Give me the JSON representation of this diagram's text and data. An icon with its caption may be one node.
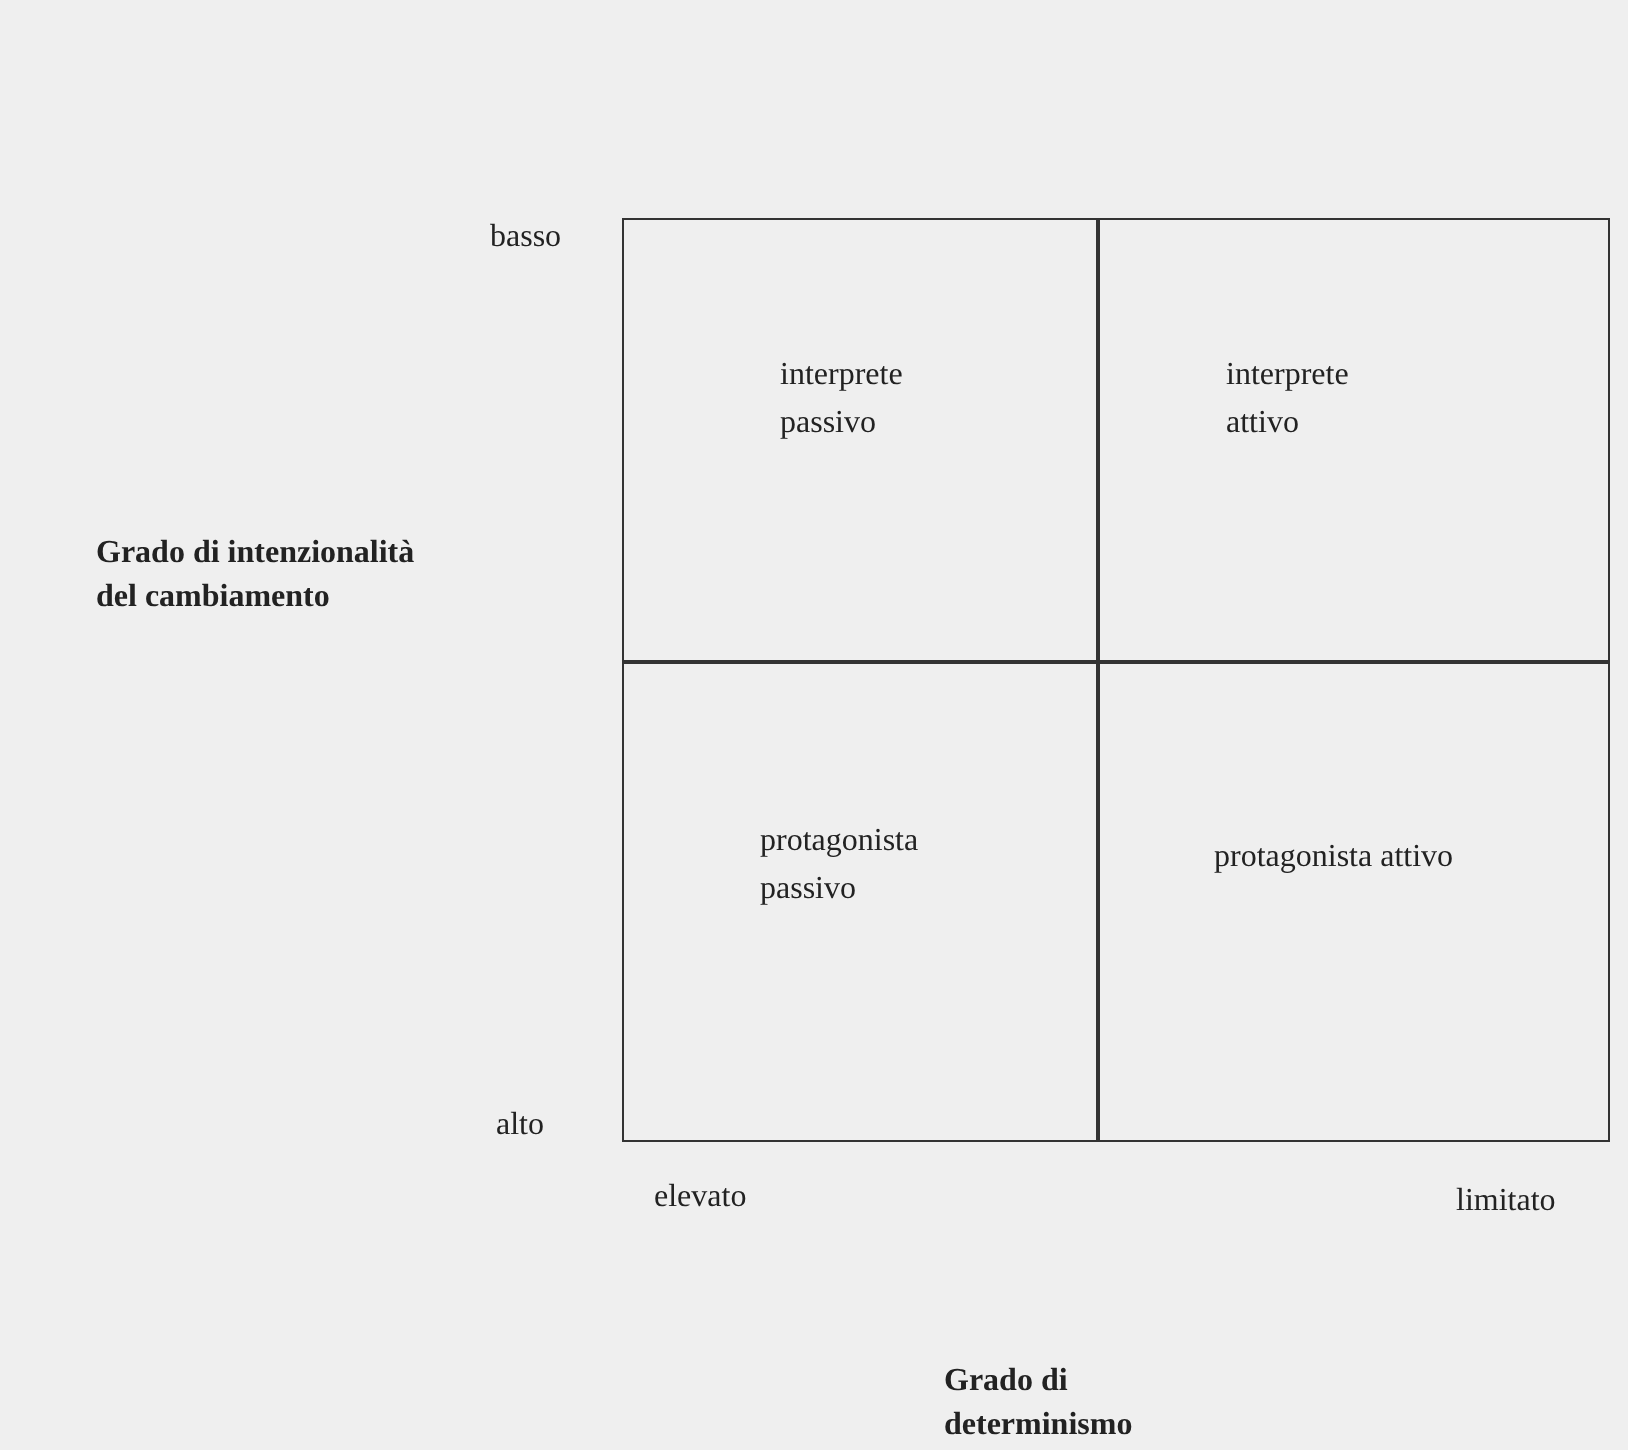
{
  "diagram": {
    "nodes": [
      {
        "text": [
          "interprete passivo"
        ]
      },
      {
        "text": [
          "interprete attivo"
        ]
      },
      {
        "text": [
          "protagonista passivo"
        ]
      },
      {
        "text": [
          "protagonista attivo"
        ]
      }
    ],
    "labels": [
      "basso",
      "Grado di intenzionalità del cambiamento",
      "alto",
      "elevato",
      "limitato",
      "Grado di determinismo"
    ]
  }
}
